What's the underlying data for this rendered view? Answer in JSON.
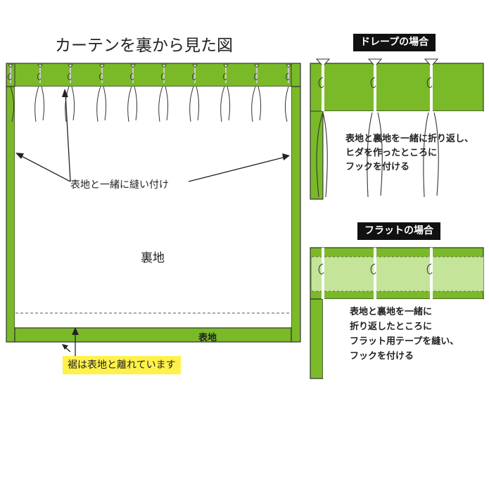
{
  "title": "カーテンを裏から見た図",
  "main": {
    "sewn_label": "表地と一緒に縫い付け",
    "lining_label": "裏地",
    "face_label": "表地",
    "hem_note": "裾は表地と離れています"
  },
  "drape": {
    "badge": "ドレープの場合",
    "lines": [
      "表地と裏地を一緒に折り返し、",
      "ヒダを作ったところに",
      "フックを付ける"
    ]
  },
  "flat": {
    "badge": "フラットの場合",
    "lines": [
      "表地と裏地を一緒に",
      "折り返したところに",
      "フラット用テープを縫い、",
      "フックを付ける"
    ]
  },
  "colors": {
    "green": "#7aba28",
    "light_green": "#c4e49a",
    "outline": "#333333",
    "highlight": "#fff14a"
  }
}
